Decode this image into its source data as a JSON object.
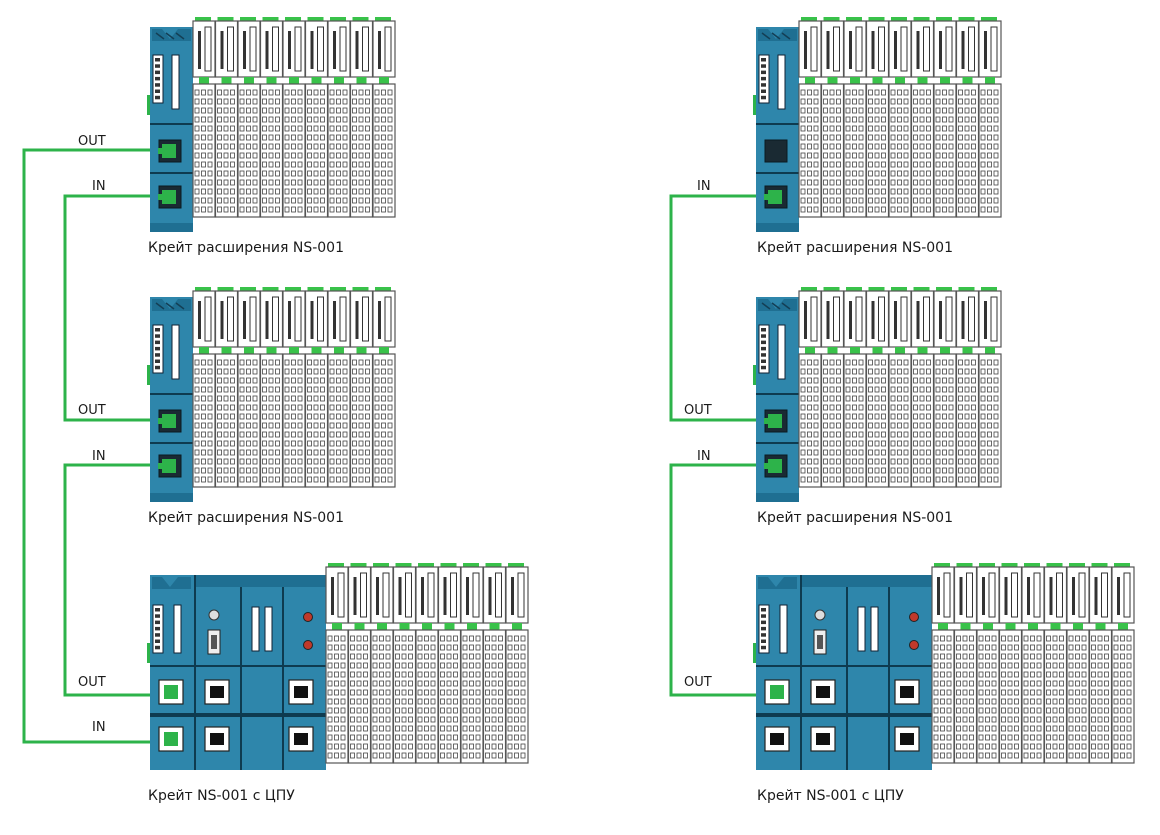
{
  "colors": {
    "module_blue": "#2e86ab",
    "module_dark": "#1f6f92",
    "cable_green": "#2db34a",
    "io_outline": "#555555",
    "led_green": "#39c24a"
  },
  "left_column": {
    "crate_top_caption": "Крейт расширения NS-001",
    "crate_mid_caption": "Крейт расширения NS-001",
    "crate_cpu_caption": "Крейт NS-001 с ЦПУ",
    "top_out_label": "OUT",
    "top_in_label": "IN",
    "mid_out_label": "OUT",
    "mid_in_label": "IN",
    "cpu_out_label": "OUT",
    "cpu_in_label": "IN"
  },
  "right_column": {
    "crate_top_caption": "Крейт расширения NS-001",
    "crate_mid_caption": "Крейт расширения NS-001",
    "crate_cpu_caption": "Крейт NS-001 с ЦПУ",
    "top_in_label": "IN",
    "mid_out_label": "OUT",
    "mid_in_label": "IN",
    "cpu_out_label": "OUT"
  }
}
